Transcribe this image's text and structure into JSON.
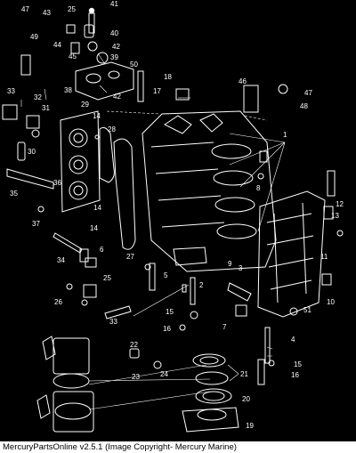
{
  "diagram": {
    "callouts": [
      {
        "id": "c47a",
        "text": "47"
      },
      {
        "id": "c43",
        "text": "43"
      },
      {
        "id": "c25a",
        "text": "25"
      },
      {
        "id": "c41",
        "text": "41"
      },
      {
        "id": "c49",
        "text": "49"
      },
      {
        "id": "c40",
        "text": "40"
      },
      {
        "id": "c44",
        "text": "44"
      },
      {
        "id": "c42a",
        "text": "42"
      },
      {
        "id": "c45",
        "text": "45"
      },
      {
        "id": "c39",
        "text": "39"
      },
      {
        "id": "c50",
        "text": "50"
      },
      {
        "id": "c42b",
        "text": "42"
      },
      {
        "id": "c38",
        "text": "38"
      },
      {
        "id": "c18",
        "text": "18"
      },
      {
        "id": "c17",
        "text": "17"
      },
      {
        "id": "c46",
        "text": "46"
      },
      {
        "id": "c47b",
        "text": "47"
      },
      {
        "id": "c48",
        "text": "48"
      },
      {
        "id": "c33a",
        "text": "33"
      },
      {
        "id": "c32",
        "text": "32"
      },
      {
        "id": "c31",
        "text": "31"
      },
      {
        "id": "c29",
        "text": "29"
      },
      {
        "id": "c14a",
        "text": "14"
      },
      {
        "id": "c28",
        "text": "28"
      },
      {
        "id": "c30",
        "text": "30"
      },
      {
        "id": "c1",
        "text": "1"
      },
      {
        "id": "c35",
        "text": "35"
      },
      {
        "id": "c36",
        "text": "36"
      },
      {
        "id": "c8",
        "text": "8"
      },
      {
        "id": "c14b",
        "text": "14"
      },
      {
        "id": "c12",
        "text": "12"
      },
      {
        "id": "c13",
        "text": "13"
      },
      {
        "id": "c37",
        "text": "37"
      },
      {
        "id": "c14c",
        "text": "14"
      },
      {
        "id": "c6",
        "text": "6"
      },
      {
        "id": "c34",
        "text": "34"
      },
      {
        "id": "c27",
        "text": "27"
      },
      {
        "id": "c9",
        "text": "9"
      },
      {
        "id": "c11",
        "text": "11"
      },
      {
        "id": "c5",
        "text": "5"
      },
      {
        "id": "c3",
        "text": "3"
      },
      {
        "id": "c25b",
        "text": "25"
      },
      {
        "id": "c2",
        "text": "2"
      },
      {
        "id": "c26",
        "text": "26"
      },
      {
        "id": "c33b",
        "text": "33"
      },
      {
        "id": "c15a",
        "text": "15"
      },
      {
        "id": "c10",
        "text": "10"
      },
      {
        "id": "c51",
        "text": "51"
      },
      {
        "id": "c16a",
        "text": "16"
      },
      {
        "id": "c7",
        "text": "7"
      },
      {
        "id": "c4",
        "text": "4"
      },
      {
        "id": "c15b",
        "text": "15"
      },
      {
        "id": "c16b",
        "text": "16"
      },
      {
        "id": "c22",
        "text": "22"
      },
      {
        "id": "c23",
        "text": "23"
      },
      {
        "id": "c24",
        "text": "24"
      },
      {
        "id": "c21",
        "text": "21"
      },
      {
        "id": "c20",
        "text": "20"
      },
      {
        "id": "c19",
        "text": "19"
      }
    ]
  },
  "footer": {
    "text": "MercuryPartsOnline v2.5.1 (Image Copyright- Mercury Marine)"
  }
}
